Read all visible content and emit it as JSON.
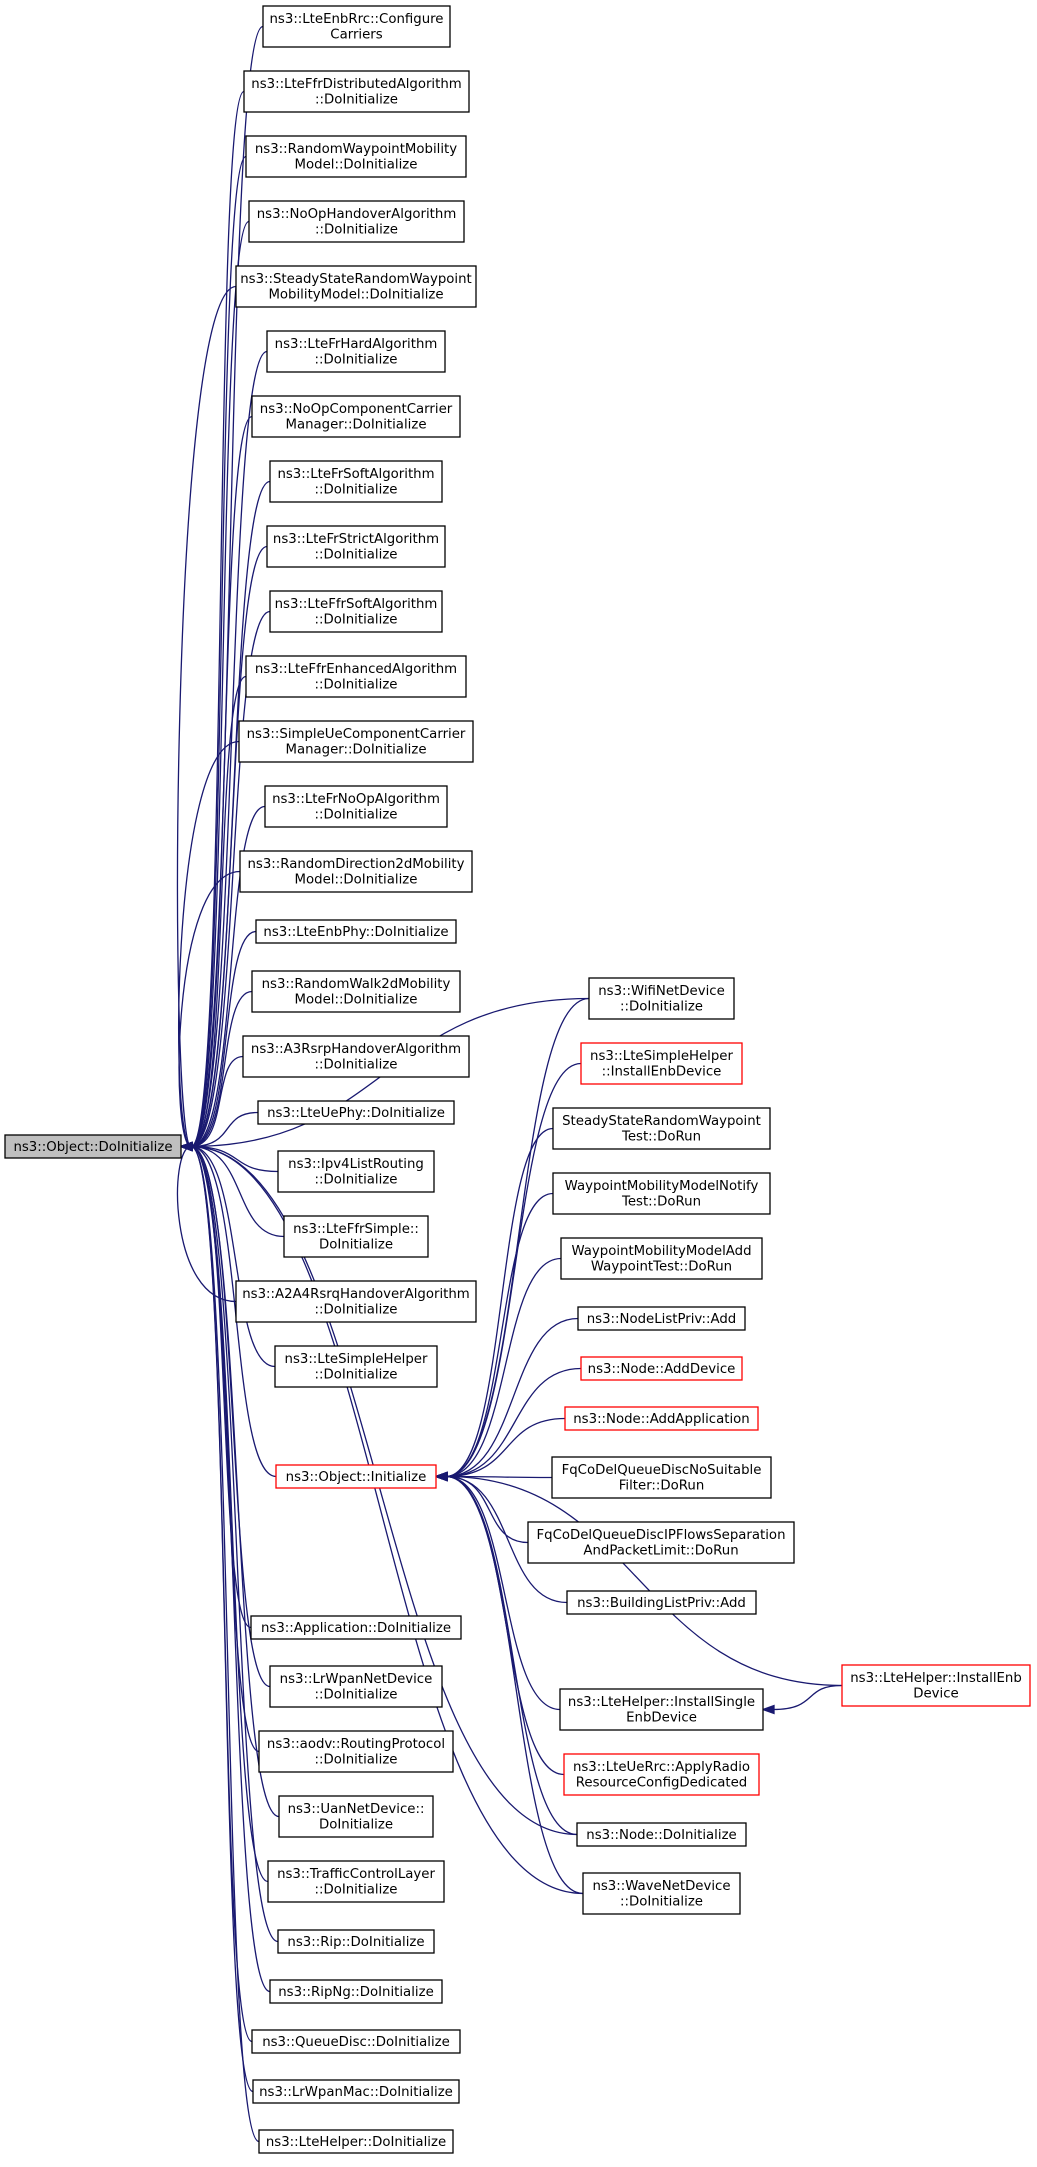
{
  "colors": {
    "edge": "#191970",
    "node_border": "#000000",
    "node_border_incomplete": "#ff0000",
    "root_fill": "#bfbfbf",
    "node_fill": "#ffffff"
  },
  "nodes": {
    "root": {
      "lines": [
        "ns3::Object::DoInitialize"
      ],
      "style": "root"
    },
    "n01": {
      "lines": [
        "ns3::LteEnbRrc::Configure",
        "Carriers"
      ]
    },
    "n02": {
      "lines": [
        "ns3::LteFfrDistributedAlgorithm",
        "::DoInitialize"
      ]
    },
    "n03": {
      "lines": [
        "ns3::RandomWaypointMobility",
        "Model::DoInitialize"
      ]
    },
    "n04": {
      "lines": [
        "ns3::NoOpHandoverAlgorithm",
        "::DoInitialize"
      ]
    },
    "n05": {
      "lines": [
        "ns3::SteadyStateRandomWaypoint",
        "MobilityModel::DoInitialize"
      ]
    },
    "n06": {
      "lines": [
        "ns3::LteFrHardAlgorithm",
        "::DoInitialize"
      ]
    },
    "n07": {
      "lines": [
        "ns3::NoOpComponentCarrier",
        "Manager::DoInitialize"
      ]
    },
    "n08": {
      "lines": [
        "ns3::LteFrSoftAlgorithm",
        "::DoInitialize"
      ]
    },
    "n09": {
      "lines": [
        "ns3::LteFrStrictAlgorithm",
        "::DoInitialize"
      ]
    },
    "n10": {
      "lines": [
        "ns3::LteFfrSoftAlgorithm",
        "::DoInitialize"
      ]
    },
    "n11": {
      "lines": [
        "ns3::LteFfrEnhancedAlgorithm",
        "::DoInitialize"
      ]
    },
    "n12": {
      "lines": [
        "ns3::SimpleUeComponentCarrier",
        "Manager::DoInitialize"
      ]
    },
    "n13": {
      "lines": [
        "ns3::LteFrNoOpAlgorithm",
        "::DoInitialize"
      ]
    },
    "n14": {
      "lines": [
        "ns3::RandomDirection2dMobility",
        "Model::DoInitialize"
      ]
    },
    "n15": {
      "lines": [
        "ns3::LteEnbPhy::DoInitialize"
      ]
    },
    "n16": {
      "lines": [
        "ns3::RandomWalk2dMobility",
        "Model::DoInitialize"
      ]
    },
    "n17": {
      "lines": [
        "ns3::A3RsrpHandoverAlgorithm",
        "::DoInitialize"
      ]
    },
    "n18": {
      "lines": [
        "ns3::LteUePhy::DoInitialize"
      ]
    },
    "n19": {
      "lines": [
        "ns3::Ipv4ListRouting",
        "::DoInitialize"
      ]
    },
    "n20": {
      "lines": [
        "ns3::LteFfrSimple::",
        "DoInitialize"
      ]
    },
    "n21": {
      "lines": [
        "ns3::A2A4RsrqHandoverAlgorithm",
        "::DoInitialize"
      ]
    },
    "n22": {
      "lines": [
        "ns3::LteSimpleHelper",
        "::DoInitialize"
      ]
    },
    "n23": {
      "lines": [
        "ns3::Object::Initialize"
      ],
      "style": "red"
    },
    "n24": {
      "lines": [
        "ns3::Application::DoInitialize"
      ]
    },
    "n25": {
      "lines": [
        "ns3::LrWpanNetDevice",
        "::DoInitialize"
      ]
    },
    "n26": {
      "lines": [
        "ns3::aodv::RoutingProtocol",
        "::DoInitialize"
      ]
    },
    "n27": {
      "lines": [
        "ns3::UanNetDevice::",
        "DoInitialize"
      ]
    },
    "n28": {
      "lines": [
        "ns3::TrafficControlLayer",
        "::DoInitialize"
      ]
    },
    "n29": {
      "lines": [
        "ns3::Rip::DoInitialize"
      ]
    },
    "n30": {
      "lines": [
        "ns3::RipNg::DoInitialize"
      ]
    },
    "n31": {
      "lines": [
        "ns3::QueueDisc::DoInitialize"
      ]
    },
    "n32": {
      "lines": [
        "ns3::LrWpanMac::DoInitialize"
      ]
    },
    "n33": {
      "lines": [
        "ns3::LteHelper::DoInitialize"
      ]
    },
    "m01": {
      "lines": [
        "ns3::WifiNetDevice",
        "::DoInitialize"
      ]
    },
    "m02": {
      "lines": [
        "ns3::LteSimpleHelper",
        "::InstallEnbDevice"
      ],
      "style": "red"
    },
    "m03": {
      "lines": [
        "SteadyStateRandomWaypoint",
        "Test::DoRun"
      ]
    },
    "m04": {
      "lines": [
        "WaypointMobilityModelNotify",
        "Test::DoRun"
      ]
    },
    "m05": {
      "lines": [
        "WaypointMobilityModelAdd",
        "WaypointTest::DoRun"
      ]
    },
    "m06": {
      "lines": [
        "ns3::NodeListPriv::Add"
      ]
    },
    "m07": {
      "lines": [
        "ns3::Node::AddDevice"
      ],
      "style": "red"
    },
    "m08": {
      "lines": [
        "ns3::Node::AddApplication"
      ],
      "style": "red"
    },
    "m09": {
      "lines": [
        "FqCoDelQueueDiscNoSuitable",
        "Filter::DoRun"
      ]
    },
    "m10": {
      "lines": [
        "FqCoDelQueueDiscIPFlowsSeparation",
        "AndPacketLimit::DoRun"
      ]
    },
    "m11": {
      "lines": [
        "ns3::BuildingListPriv::Add"
      ]
    },
    "m12": {
      "lines": [
        "ns3::LteHelper::InstallSingle",
        "EnbDevice"
      ]
    },
    "m13": {
      "lines": [
        "ns3::LteUeRrc::ApplyRadio",
        "ResourceConfigDedicated"
      ],
      "style": "red"
    },
    "m14": {
      "lines": [
        "ns3::Node::DoInitialize"
      ]
    },
    "m15": {
      "lines": [
        "ns3::WaveNetDevice",
        "::DoInitialize"
      ]
    },
    "x01": {
      "lines": [
        "ns3::LteHelper::InstallEnb",
        "Device"
      ],
      "style": "red"
    }
  },
  "edges": [
    {
      "from": "n01",
      "to": "root"
    },
    {
      "from": "n02",
      "to": "root"
    },
    {
      "from": "n03",
      "to": "root"
    },
    {
      "from": "n04",
      "to": "root"
    },
    {
      "from": "n05",
      "to": "root"
    },
    {
      "from": "n06",
      "to": "root"
    },
    {
      "from": "n07",
      "to": "root"
    },
    {
      "from": "n08",
      "to": "root"
    },
    {
      "from": "n09",
      "to": "root"
    },
    {
      "from": "n10",
      "to": "root"
    },
    {
      "from": "n11",
      "to": "root"
    },
    {
      "from": "n12",
      "to": "root"
    },
    {
      "from": "n13",
      "to": "root"
    },
    {
      "from": "n14",
      "to": "root"
    },
    {
      "from": "n15",
      "to": "root"
    },
    {
      "from": "n16",
      "to": "root"
    },
    {
      "from": "n17",
      "to": "root"
    },
    {
      "from": "n18",
      "to": "root"
    },
    {
      "from": "n19",
      "to": "root"
    },
    {
      "from": "n20",
      "to": "root"
    },
    {
      "from": "n21",
      "to": "root"
    },
    {
      "from": "n22",
      "to": "root"
    },
    {
      "from": "n23",
      "to": "root"
    },
    {
      "from": "n24",
      "to": "root"
    },
    {
      "from": "n25",
      "to": "root"
    },
    {
      "from": "n26",
      "to": "root"
    },
    {
      "from": "n27",
      "to": "root"
    },
    {
      "from": "n28",
      "to": "root"
    },
    {
      "from": "n29",
      "to": "root"
    },
    {
      "from": "n30",
      "to": "root"
    },
    {
      "from": "n31",
      "to": "root"
    },
    {
      "from": "n32",
      "to": "root"
    },
    {
      "from": "n33",
      "to": "root"
    },
    {
      "from": "m01",
      "to": "root"
    },
    {
      "from": "m14",
      "to": "root"
    },
    {
      "from": "m15",
      "to": "root"
    },
    {
      "from": "m01",
      "to": "n23"
    },
    {
      "from": "m02",
      "to": "n23"
    },
    {
      "from": "m03",
      "to": "n23"
    },
    {
      "from": "m04",
      "to": "n23"
    },
    {
      "from": "m05",
      "to": "n23"
    },
    {
      "from": "m06",
      "to": "n23"
    },
    {
      "from": "m07",
      "to": "n23"
    },
    {
      "from": "m08",
      "to": "n23"
    },
    {
      "from": "m09",
      "to": "n23"
    },
    {
      "from": "m10",
      "to": "n23"
    },
    {
      "from": "m11",
      "to": "n23"
    },
    {
      "from": "m12",
      "to": "n23"
    },
    {
      "from": "m13",
      "to": "n23"
    },
    {
      "from": "m14",
      "to": "n23"
    },
    {
      "from": "m15",
      "to": "n23"
    },
    {
      "from": "x01",
      "to": "n23"
    },
    {
      "from": "x01",
      "to": "m12"
    }
  ]
}
